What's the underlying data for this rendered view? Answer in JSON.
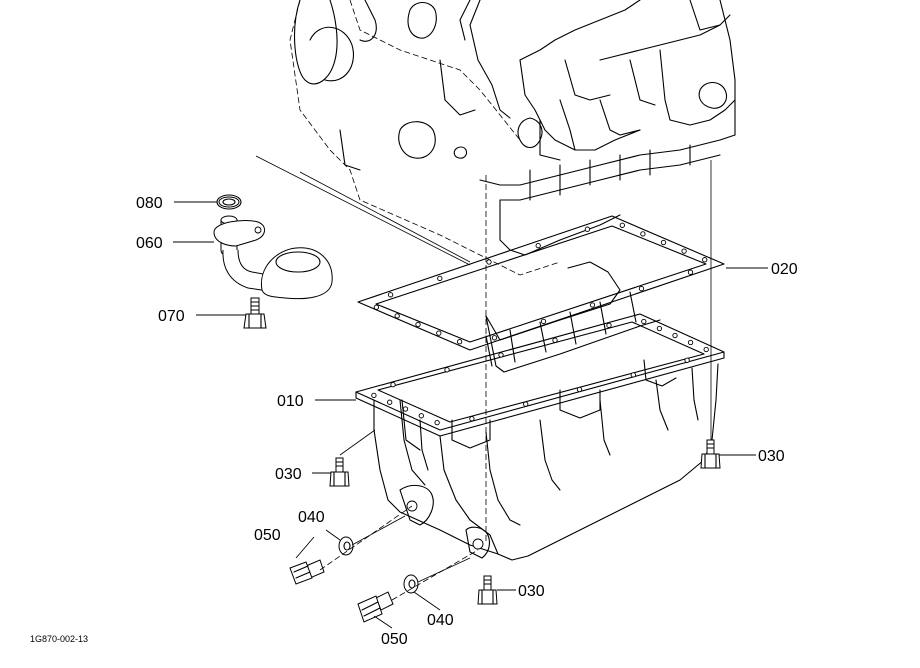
{
  "callouts": {
    "c080": "080",
    "c060": "060",
    "c070": "070",
    "c020": "020",
    "c010": "010",
    "c030_left": "030",
    "c030_right": "030",
    "c030_bottom": "030",
    "c040_upper": "040",
    "c040_lower": "040",
    "c050_upper": "050",
    "c050_lower": "050"
  },
  "reference_code": "1G870-002-13"
}
